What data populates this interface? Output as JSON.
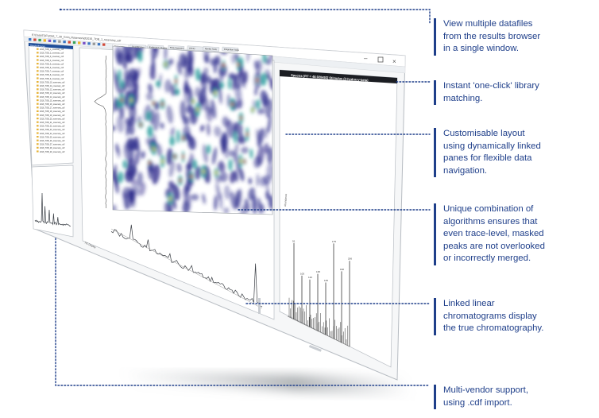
{
  "window": {
    "title": "E:\\Data\\TOF\\2016_7_30_Grim_Rosemon\\d\\2016_TOB_1_rosemary_cdf",
    "tabs": [
      "Processing",
      "Quantification",
      "Exploratory Studies",
      "Peak Detection",
      "Library",
      "Identity Tools",
      "Integration Tools"
    ],
    "left_panel_title": "Results Browser",
    "spectrum_header": "Spectra [RT = 48.920492] Stimulus (2-hydroxy-beta)",
    "spectrum_ylabel": "Abundance",
    "bottom_bar_label": "TIC Display",
    "file_items": [
      "2016_TOB_1_rosemary_cdf",
      "2016_TOB_2_rosemary_cdf",
      "2016_TOB_3_rosemary_cdf",
      "2016_TOB_4_rosemary_cdf",
      "2016_TOB_5_rosemary_cdf",
      "2016_TOB_6_rosemary_cdf",
      "2016_TOB_7_rosemary_cdf",
      "2016_TOB_8_rosemary_cdf",
      "2016_TOB_9_rosemary_cdf",
      "2016_TOB_10_rosemary_cdf",
      "2016_TOB_11_rosemary_cdf",
      "2016_TOB_12_rosemary_cdf",
      "2016_TOB_13_rosemary_cdf",
      "2016_TOB_14_rosemary_cdf",
      "2016_TOB_15_rosemary_cdf",
      "2016_TOB_16_rosemary_cdf",
      "2016_TOB_17_rosemary_cdf",
      "2016_TOB_18_rosemary_cdf",
      "2016_TOB_19_rosemary_cdf",
      "2016_TOB_20_rosemary_cdf",
      "2016_TOB_21_rosemary_cdf",
      "2016_TOB_22_rosemary_cdf",
      "2016_TOB_23_rosemary_cdf",
      "2016_TOB_24_rosemary_cdf",
      "2016_TOB_25_rosemary_cdf",
      "2016_TOB_26_rosemary_cdf",
      "2016_TOB_27_rosemary_cdf",
      "2016_TOB_28_rosemary_cdf",
      "2016_TOB_29_rosemary_cdf"
    ],
    "spectrum_peaks": [
      {
        "label": "91",
        "h": 0.32
      },
      {
        "label": "105",
        "h": 0.2
      },
      {
        "label": "119",
        "h": 0.2
      },
      {
        "label": "135",
        "h": 0.24
      },
      {
        "label": "145",
        "h": 0.22
      },
      {
        "label": "175",
        "h": 0.4
      },
      {
        "label": "190",
        "h": 0.3
      },
      {
        "label": "206",
        "h": 0.36
      }
    ],
    "colors": {
      "accent": "#1f3f8a",
      "heatmap_dark": "#2b2a8a",
      "heatmap_mid": "#2fa0a0",
      "heatmap_hot": "#f2e13a",
      "heatmap_peak": "#e8582a"
    }
  },
  "callouts": [
    {
      "id": "c1",
      "lines": [
        "View multiple datafiles",
        "from the results browser",
        "in a single window."
      ]
    },
    {
      "id": "c2",
      "lines": [
        "Instant 'one-click' library",
        "matching."
      ]
    },
    {
      "id": "c3",
      "lines": [
        "Customisable layout",
        "using dynamically linked",
        "panes for flexible data",
        "navigation."
      ]
    },
    {
      "id": "c4",
      "lines": [
        "Unique combination of",
        "algorithms ensures that",
        "even trace-level, masked",
        "peaks are not overlooked",
        "or incorrectly merged."
      ]
    },
    {
      "id": "c5",
      "lines": [
        "Linked linear",
        "chromatograms display",
        "the true chromatography."
      ]
    },
    {
      "id": "c6",
      "lines": [
        "Multi-vendor support,",
        "using .cdf import."
      ]
    }
  ]
}
